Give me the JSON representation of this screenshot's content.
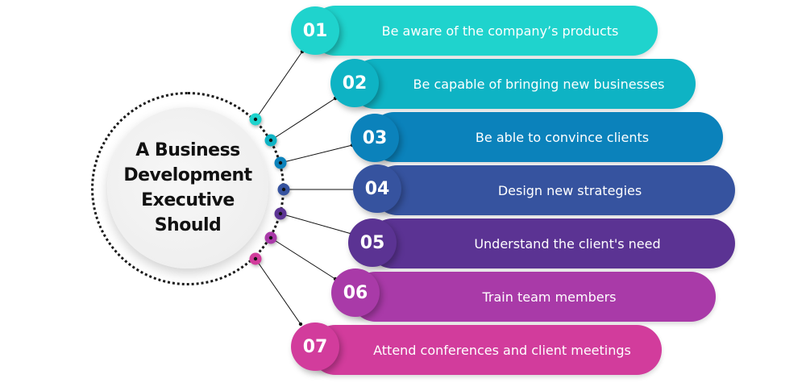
{
  "hub": {
    "title_lines": [
      "A Business",
      "Development",
      "Executive",
      "Should"
    ]
  },
  "items": [
    {
      "number": "01",
      "label": "Be aware of the company’s products",
      "color": "#1fd3cd"
    },
    {
      "number": "02",
      "label": "Be capable of bringing new businesses",
      "color": "#0eb3c4"
    },
    {
      "number": "03",
      "label": "Be able to convince clients",
      "color": "#0b82bb"
    },
    {
      "number": "04",
      "label": "Design new strategies",
      "color": "#36539f"
    },
    {
      "number": "05",
      "label": "Understand the client's need",
      "color": "#5b3393"
    },
    {
      "number": "06",
      "label": "Train team members",
      "color": "#a93aa8"
    },
    {
      "number": "07",
      "label": "Attend conferences and client meetings",
      "color": "#d23c9c"
    }
  ]
}
